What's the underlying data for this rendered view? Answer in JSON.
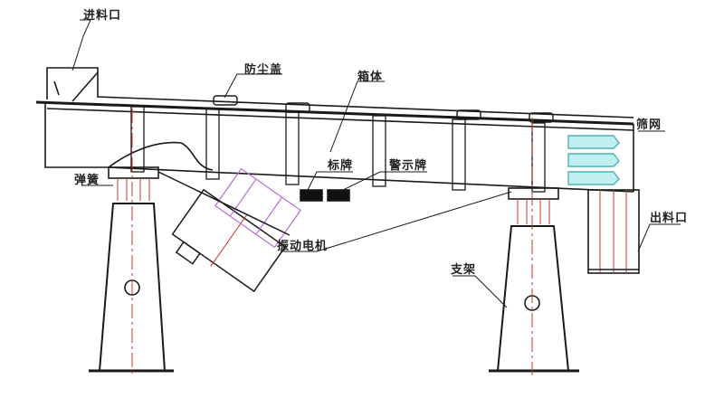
{
  "diagram": {
    "type": "linear vibrating screen structure drawing",
    "colors": {
      "line": "#1a1a1a",
      "centerline": "#c0392b",
      "motor_ghost": "#b86bd6",
      "screen_mesh": "#6fd0d6"
    },
    "labels": [
      {
        "id": "feed-inlet",
        "text": "进料口"
      },
      {
        "id": "dust-cover",
        "text": "防尘盖"
      },
      {
        "id": "screen-box",
        "text": "箱体"
      },
      {
        "id": "nameplate",
        "text": "标牌"
      },
      {
        "id": "warning-plate",
        "text": "警示牌"
      },
      {
        "id": "screen-mesh",
        "text": "筛网"
      },
      {
        "id": "discharge-outlet",
        "text": "出料口"
      },
      {
        "id": "spring",
        "text": "弹簧"
      },
      {
        "id": "vibration-motor",
        "text": "振动电机"
      },
      {
        "id": "support-frame",
        "text": "支架"
      }
    ]
  }
}
